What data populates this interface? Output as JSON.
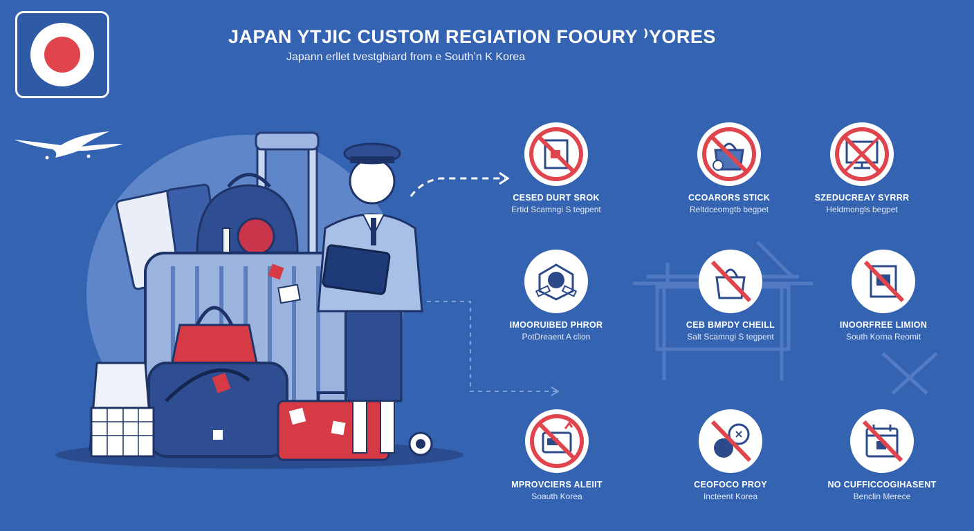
{
  "header": {
    "title": "JAPAN YTJIC CUSTOM REGIATION FOOURY ⁾YORES",
    "subtitle": "Japann erllet tvestgbiard from e Southʼn K Korea"
  },
  "colors": {
    "background": "#3463b2",
    "prohibit_red": "#e0454d",
    "navy": "#2c4a8a",
    "white": "#ffffff"
  },
  "items": [
    {
      "label": "CESED DURT SROK",
      "caption": "Ertid Scamngi S tegpent",
      "icon": "no-document-icon",
      "prohibited": true
    },
    {
      "label": "CCOARORS STICK",
      "caption": "Reltdceomgtb begpet",
      "icon": "no-handbag-icon",
      "prohibited": true
    },
    {
      "label": "SZEDUCREAY SYRRR",
      "caption": "Heldmongls begpet",
      "icon": "no-monitor-icon",
      "prohibited": true
    },
    {
      "label": "IMOORUIBED PHROR",
      "caption": "PotDreaent A clion",
      "icon": "box-icon",
      "prohibited": false
    },
    {
      "label": "CEB BMPDY CHEILL",
      "caption": "Salt Scamngi S tegpent",
      "icon": "no-bag-icon",
      "prohibited": true
    },
    {
      "label": "INOORFREE LIMION",
      "caption": "South Korna Reomit",
      "icon": "no-permit-icon",
      "prohibited": true
    },
    {
      "label": "MPROVCIERS ALEIIT",
      "caption": "Soauth Korea",
      "icon": "no-device-icon",
      "prohibited": true
    },
    {
      "label": "CEOFOCO PROY",
      "caption": "Incteent Korea",
      "icon": "no-food-icon",
      "prohibited": true
    },
    {
      "label": "NO CUFFICCOGIHASENT",
      "caption": "Benclin Merece",
      "icon": "no-calendar-icon",
      "prohibited": true
    }
  ]
}
